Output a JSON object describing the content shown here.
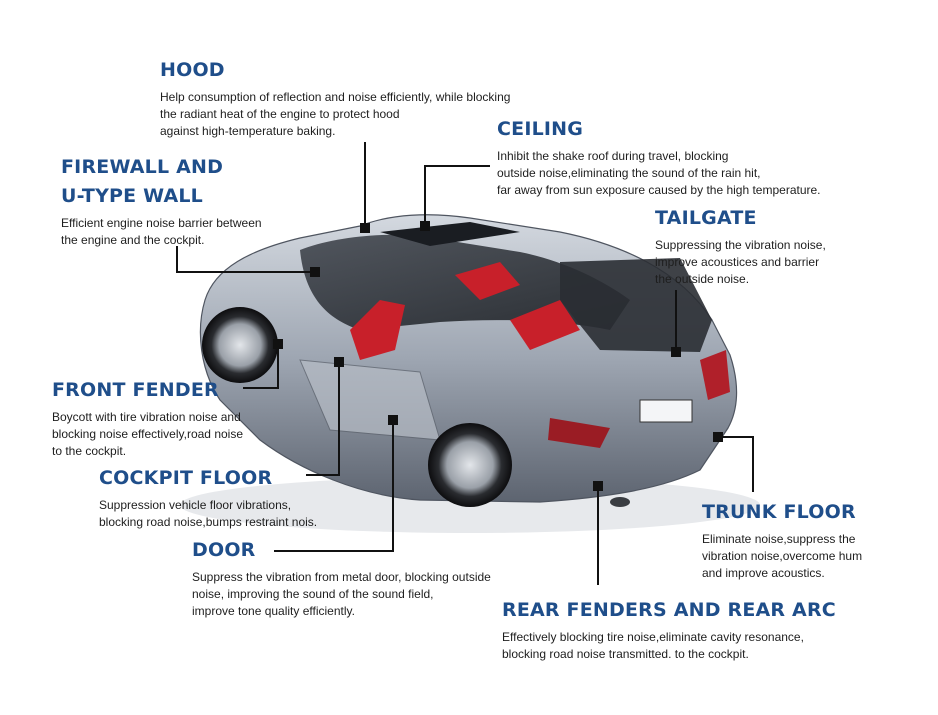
{
  "callouts": {
    "hood": {
      "title": "HOOD",
      "lines": [
        "Help consumption of reflection and noise efficiently, while blocking",
        "the radiant heat of the engine to protect hood",
        "against high-temperature baking."
      ]
    },
    "ceiling": {
      "title": "CEILING",
      "lines": [
        "Inhibit the shake roof during travel, blocking",
        "outside noise,eliminating the sound of the rain hit,",
        "far away from sun exposure caused by the high temperature."
      ]
    },
    "firewall": {
      "title_line1": "FIREWALL AND",
      "title_line2": "U-TYPE WALL",
      "lines": [
        "Efficient engine noise barrier between",
        "the engine and the cockpit."
      ]
    },
    "tailgate": {
      "title": "TAILGATE",
      "lines": [
        "Suppressing the vibration noise,",
        "improve acoustices and barrier",
        "the outside noise."
      ]
    },
    "front_fender": {
      "title": "FRONT FENDER",
      "lines": [
        "Boycott with tire vibration noise and",
        "blocking noise effectively,road noise",
        "to the cockpit."
      ]
    },
    "cockpit_floor": {
      "title": "COCKPIT FLOOR",
      "lines": [
        "Suppression vehicle floor vibrations,",
        "blocking road noise,bumps restraint nois."
      ]
    },
    "door": {
      "title": "DOOR",
      "lines": [
        "Suppress the vibration from metal door, blocking outside",
        "noise, improving the sound of the sound field,",
        "improve tone quality efficiently."
      ]
    },
    "trunk_floor": {
      "title": "TRUNK FLOOR",
      "lines": [
        "Eliminate noise,suppress the",
        "vibration noise,overcome hum",
        "and improve acoustics."
      ]
    },
    "rear_fenders": {
      "title": "REAR FENDERS AND REAR ARC",
      "lines": [
        "Effectively blocking tire noise,eliminate cavity resonance,",
        "blocking road noise transmitted. to the cockpit."
      ]
    }
  },
  "colors": {
    "heading": "#1f4e8a",
    "body_text": "#1e1e1e",
    "leader_line": "#111111",
    "car_body": "#9ea6b2",
    "seat_red": "#c8202a"
  }
}
